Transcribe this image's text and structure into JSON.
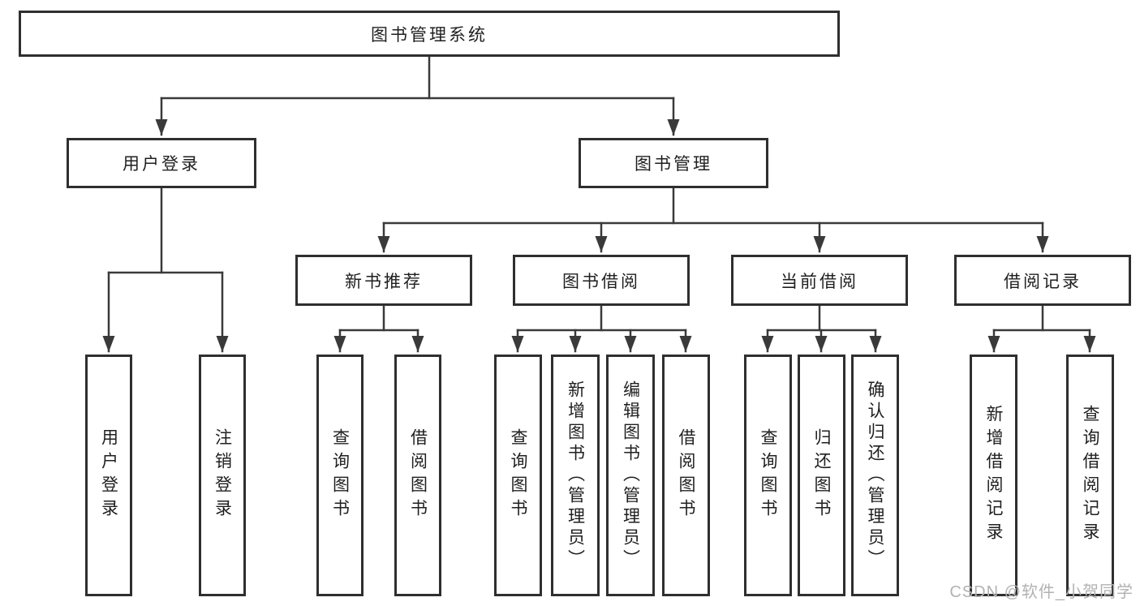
{
  "root": {
    "label": "图书管理系统"
  },
  "user_login": {
    "label": "用户登录",
    "children": [
      {
        "label": "用户登录"
      },
      {
        "label": "注销登录"
      }
    ]
  },
  "book_manage": {
    "label": "图书管理",
    "sections": [
      {
        "label": "新书推荐",
        "children": [
          {
            "label": "查询图书"
          },
          {
            "label": "借阅图书"
          }
        ]
      },
      {
        "label": "图书借阅",
        "children": [
          {
            "label": "查询图书"
          },
          {
            "label": "新增图书（管理员）"
          },
          {
            "label": "编辑图书（管理员）"
          },
          {
            "label": "借阅图书"
          }
        ]
      },
      {
        "label": "当前借阅",
        "children": [
          {
            "label": "查询图书"
          },
          {
            "label": "归还图书"
          },
          {
            "label": "确认归还（管理员）"
          }
        ]
      },
      {
        "label": "借阅记录",
        "children": [
          {
            "label": "新增借阅记录"
          },
          {
            "label": "查询借阅记录"
          }
        ]
      }
    ]
  },
  "watermark": {
    "text": "CSDN @软件_小贺同学"
  },
  "colors": {
    "line": "#3a3a3a",
    "border": "#2f2f2f",
    "text": "#1f1f1f",
    "watermark": "#b2b2b2",
    "background": "#ffffff"
  }
}
